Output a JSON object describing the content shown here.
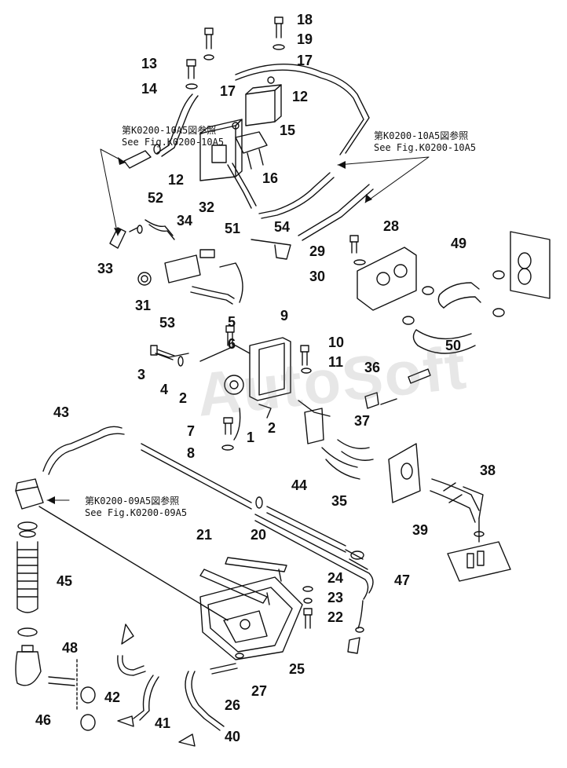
{
  "watermark": "AutoSoft",
  "references": [
    {
      "id": "ref-top-left",
      "jp": "第K0200-10A5図参照",
      "en": "See Fig.K0200-10A5"
    },
    {
      "id": "ref-top-right",
      "jp": "第K0200-10A5図参照",
      "en": "See Fig.K0200-10A5"
    },
    {
      "id": "ref-mid-left",
      "jp": "第K0200-09A5図参照",
      "en": "See Fig.K0200-09A5"
    }
  ],
  "part_numbers": [
    "1",
    "2",
    "2",
    "3",
    "4",
    "5",
    "6",
    "7",
    "8",
    "9",
    "10",
    "11",
    "12",
    "12",
    "13",
    "14",
    "15",
    "16",
    "17",
    "17",
    "18",
    "19",
    "20",
    "21",
    "22",
    "23",
    "24",
    "25",
    "26",
    "27",
    "28",
    "29",
    "30",
    "31",
    "32",
    "33",
    "34",
    "35",
    "36",
    "37",
    "38",
    "39",
    "40",
    "41",
    "42",
    "43",
    "44",
    "45",
    "46",
    "47",
    "48",
    "49",
    "50",
    "51",
    "52",
    "53",
    "54"
  ]
}
